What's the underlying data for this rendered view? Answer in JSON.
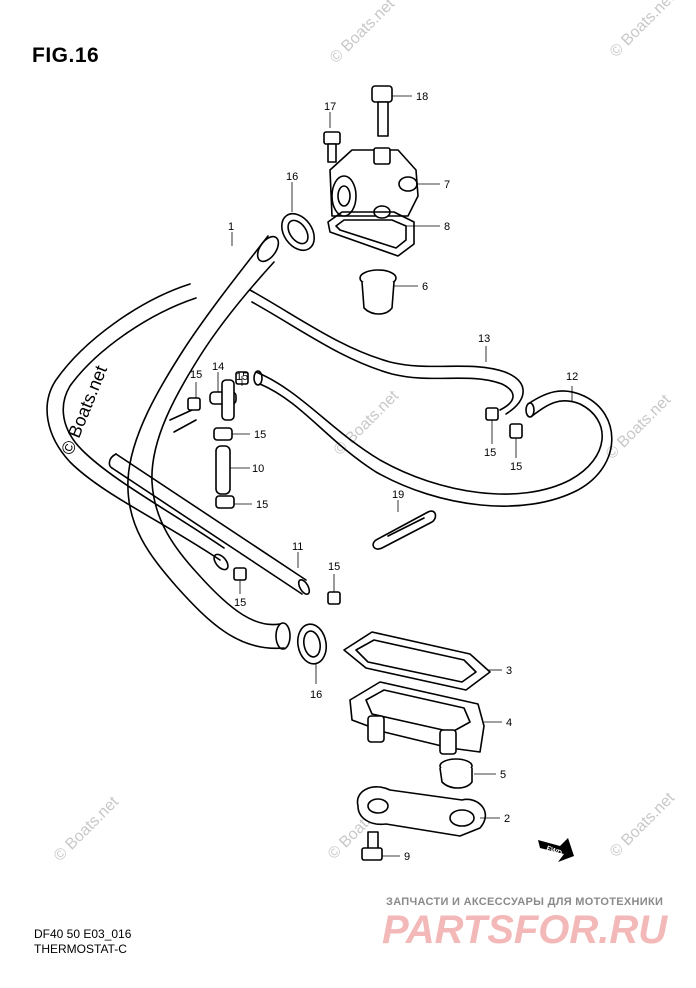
{
  "figure": {
    "title": "FIG.16",
    "caption_line1": "DF40 50 E03_016",
    "caption_line2": "THERMOSTAT-C"
  },
  "watermarks": {
    "site": "© Boats.net",
    "brand_tagline": "ЗАПЧАСТИ И АКСЕССУАРЫ ДЛЯ МОТОТЕХНИКИ",
    "brand_name": "PARTSFOR.RU"
  },
  "direction_marker": "FWD",
  "callouts": [
    {
      "id": "c1",
      "label": "1",
      "part": "hose"
    },
    {
      "id": "c2",
      "label": "2",
      "part": "cover"
    },
    {
      "id": "c3",
      "label": "3",
      "part": "gasket"
    },
    {
      "id": "c4",
      "label": "4",
      "part": "thermostat case"
    },
    {
      "id": "c5",
      "label": "5",
      "part": "thermostat"
    },
    {
      "id": "c6",
      "label": "6",
      "part": "thermostat"
    },
    {
      "id": "c7",
      "label": "7",
      "part": "thermostat cover"
    },
    {
      "id": "c8",
      "label": "8",
      "part": "gasket"
    },
    {
      "id": "c9",
      "label": "9",
      "part": "bolt"
    },
    {
      "id": "c10",
      "label": "10",
      "part": "pipe"
    },
    {
      "id": "c11",
      "label": "11",
      "part": "hose"
    },
    {
      "id": "c12",
      "label": "12",
      "part": "hose"
    },
    {
      "id": "c13",
      "label": "13",
      "part": "hose"
    },
    {
      "id": "c14",
      "label": "14",
      "part": "joint"
    },
    {
      "id": "c15a",
      "label": "15",
      "part": "clip"
    },
    {
      "id": "c15b",
      "label": "15",
      "part": "clip"
    },
    {
      "id": "c15c",
      "label": "15",
      "part": "clip"
    },
    {
      "id": "c15d",
      "label": "15",
      "part": "clip"
    },
    {
      "id": "c15e",
      "label": "15",
      "part": "clip"
    },
    {
      "id": "c15f",
      "label": "15",
      "part": "clip"
    },
    {
      "id": "c15g",
      "label": "15",
      "part": "clip"
    },
    {
      "id": "c15h",
      "label": "15",
      "part": "clip"
    },
    {
      "id": "c16a",
      "label": "16",
      "part": "hose clamp"
    },
    {
      "id": "c16b",
      "label": "16",
      "part": "hose clamp"
    },
    {
      "id": "c17",
      "label": "17",
      "part": "bolt"
    },
    {
      "id": "c18",
      "label": "18",
      "part": "bolt"
    },
    {
      "id": "c19",
      "label": "19",
      "part": "clamp"
    }
  ]
}
